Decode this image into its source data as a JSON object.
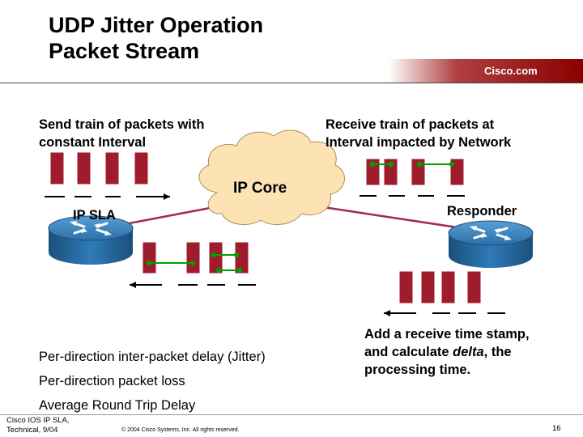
{
  "title": {
    "line1": "UDP Jitter Operation",
    "line2": "Packet Stream"
  },
  "brand": {
    "text": "Cisco.com"
  },
  "send_label": {
    "line1": "Send train of packets with",
    "line2": "constant Interval"
  },
  "receive_label": {
    "line1": "Receive train of packets at",
    "line2": "Interval impacted by Network"
  },
  "cloud_label": "IP Core",
  "source_label": "IP SLA",
  "responder_label": "Responder",
  "metrics": {
    "jitter": "Per-direction inter-packet delay (Jitter)",
    "loss": "Per-direction packet loss",
    "rtt": "Average Round Trip Delay"
  },
  "responder_note": {
    "line1": "Add a receive time stamp,",
    "line2_prefix": "and calculate ",
    "line2_emph": "delta",
    "line2_suffix": ", the",
    "line3": "processing time."
  },
  "footer": {
    "left_line1": "Cisco IOS IP SLA,",
    "left_line2": "Technical, 9/04",
    "copyright": "© 2004 Cisco Systems, Inc. All rights reserved.",
    "page_number": "16"
  },
  "colors": {
    "packet_fill": "#9e1c2c",
    "link_line": "#a32a4a",
    "cloud_fill": "#fde3b3",
    "cloud_stroke": "#a98e5c",
    "router_body": "#2a6fa8",
    "jitter_marker": "#00a000",
    "brand_bar": "#8a0000"
  },
  "icons": [
    "cloud-icon",
    "router-icon",
    "arrow-right-icon",
    "arrow-left-icon"
  ]
}
